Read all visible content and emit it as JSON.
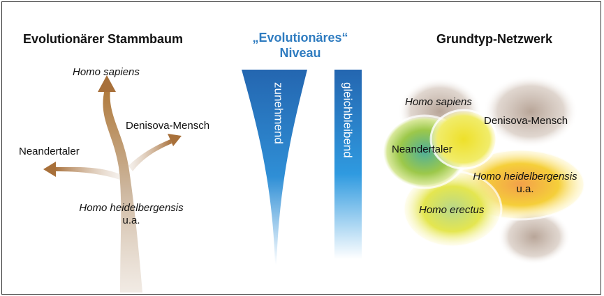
{
  "left": {
    "title": "Evolutionärer Stammbaum",
    "labels": {
      "homo_sapiens": "Homo sapiens",
      "denisova": "Denisova-Mensch",
      "neandertaler": "Neandertaler",
      "heidelbergensis": "Homo heidelbergensis",
      "ua": "u.a."
    }
  },
  "middle": {
    "title_line1": "„Evolutionäres“",
    "title_line2": "Niveau",
    "increasing": "zunehmend",
    "constant": "gleichbleibend",
    "color": "#2a6fb8"
  },
  "right": {
    "title": "Grundtyp-Netzwerk",
    "labels": {
      "homo_sapiens": "Homo sapiens",
      "denisova": "Denisova-Mensch",
      "neandertaler": "Neandertaler",
      "heidelbergensis": "Homo heidelbergensis",
      "ua": "u.a.",
      "erectus": "Homo erectus"
    }
  }
}
